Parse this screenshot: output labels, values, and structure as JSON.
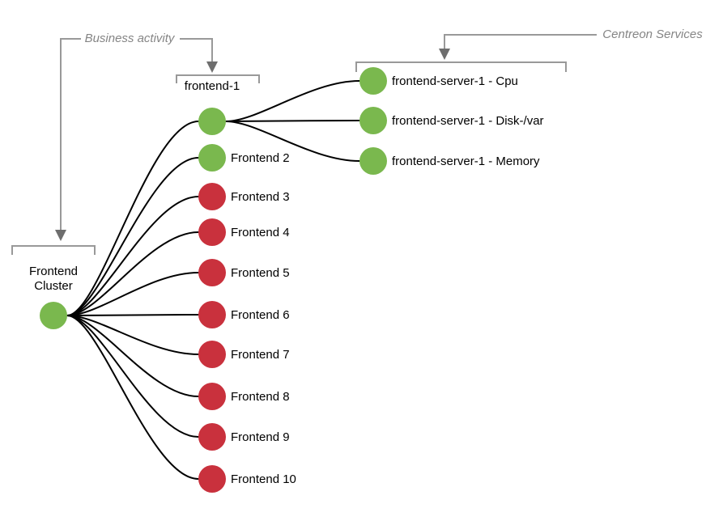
{
  "colors": {
    "ok": "#7ab84e",
    "critical": "#c9313d",
    "edge": "#000000",
    "annotation_line": "#999999",
    "arrow": "#6e6e6e"
  },
  "annotations": {
    "business_activity": {
      "label": "Business activity"
    },
    "centreon_services": {
      "label": "Centreon Services"
    }
  },
  "cluster": {
    "label_lines": [
      "Frontend",
      "Cluster"
    ],
    "status": "ok",
    "color": "#7ab84e"
  },
  "hosts": [
    {
      "label": "frontend-1",
      "status": "ok",
      "color": "#7ab84e"
    },
    {
      "label": "Frontend 2",
      "status": "ok",
      "color": "#7ab84e"
    },
    {
      "label": "Frontend 3",
      "status": "critical",
      "color": "#c9313d"
    },
    {
      "label": "Frontend 4",
      "status": "critical",
      "color": "#c9313d"
    },
    {
      "label": "Frontend 5",
      "status": "critical",
      "color": "#c9313d"
    },
    {
      "label": "Frontend 6",
      "status": "critical",
      "color": "#c9313d"
    },
    {
      "label": "Frontend 7",
      "status": "critical",
      "color": "#c9313d"
    },
    {
      "label": "Frontend 8",
      "status": "critical",
      "color": "#c9313d"
    },
    {
      "label": "Frontend 9",
      "status": "critical",
      "color": "#c9313d"
    },
    {
      "label": "Frontend 10",
      "status": "critical",
      "color": "#c9313d"
    }
  ],
  "services": [
    {
      "label": "frontend-server-1 - Cpu",
      "status": "ok",
      "color": "#7ab84e"
    },
    {
      "label": "frontend-server-1 - Disk-/var",
      "status": "ok",
      "color": "#7ab84e"
    },
    {
      "label": "frontend-server-1 - Memory",
      "status": "ok",
      "color": "#7ab84e"
    }
  ]
}
